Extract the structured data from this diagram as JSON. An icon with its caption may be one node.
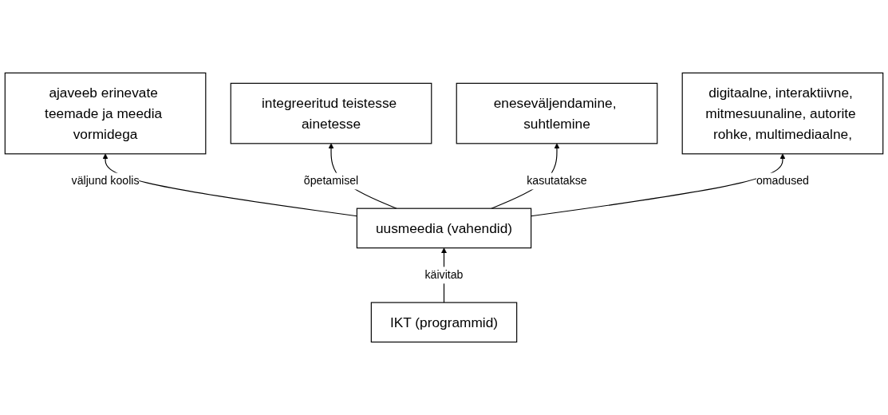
{
  "diagram": {
    "nodes": [
      {
        "text": [
          "ajaveeb erinevate teemade ja meedia vormidega"
        ]
      },
      {
        "text": [
          "eneseväljendamine, suhtlemine"
        ]
      },
      {
        "text": [
          "digitaalne, interaktiivne, mitmesuunaline, autorite rohke, multimediaalne,"
        ]
      },
      {
        "text": [
          "uusmeedia (vahendid)"
        ]
      },
      {
        "text": [
          "integreeritud teistesse ainetesse"
        ]
      },
      {
        "text": [
          "IKT (programmid)"
        ]
      }
    ],
    "edges": [
      {
        "from": 3,
        "to": 0,
        "label": "väljund koolis",
        "arrow": "to"
      },
      {
        "from": 3,
        "to": 4,
        "label": "õpetamisel",
        "arrow": "to"
      },
      {
        "from": 3,
        "to": 1,
        "label": "kasutatakse",
        "arrow": "to"
      },
      {
        "from": 3,
        "to": 2,
        "label": "omadused",
        "arrow": "to"
      },
      {
        "from": 5,
        "to": 3,
        "label": "käivitab",
        "arrow": "to"
      }
    ]
  }
}
